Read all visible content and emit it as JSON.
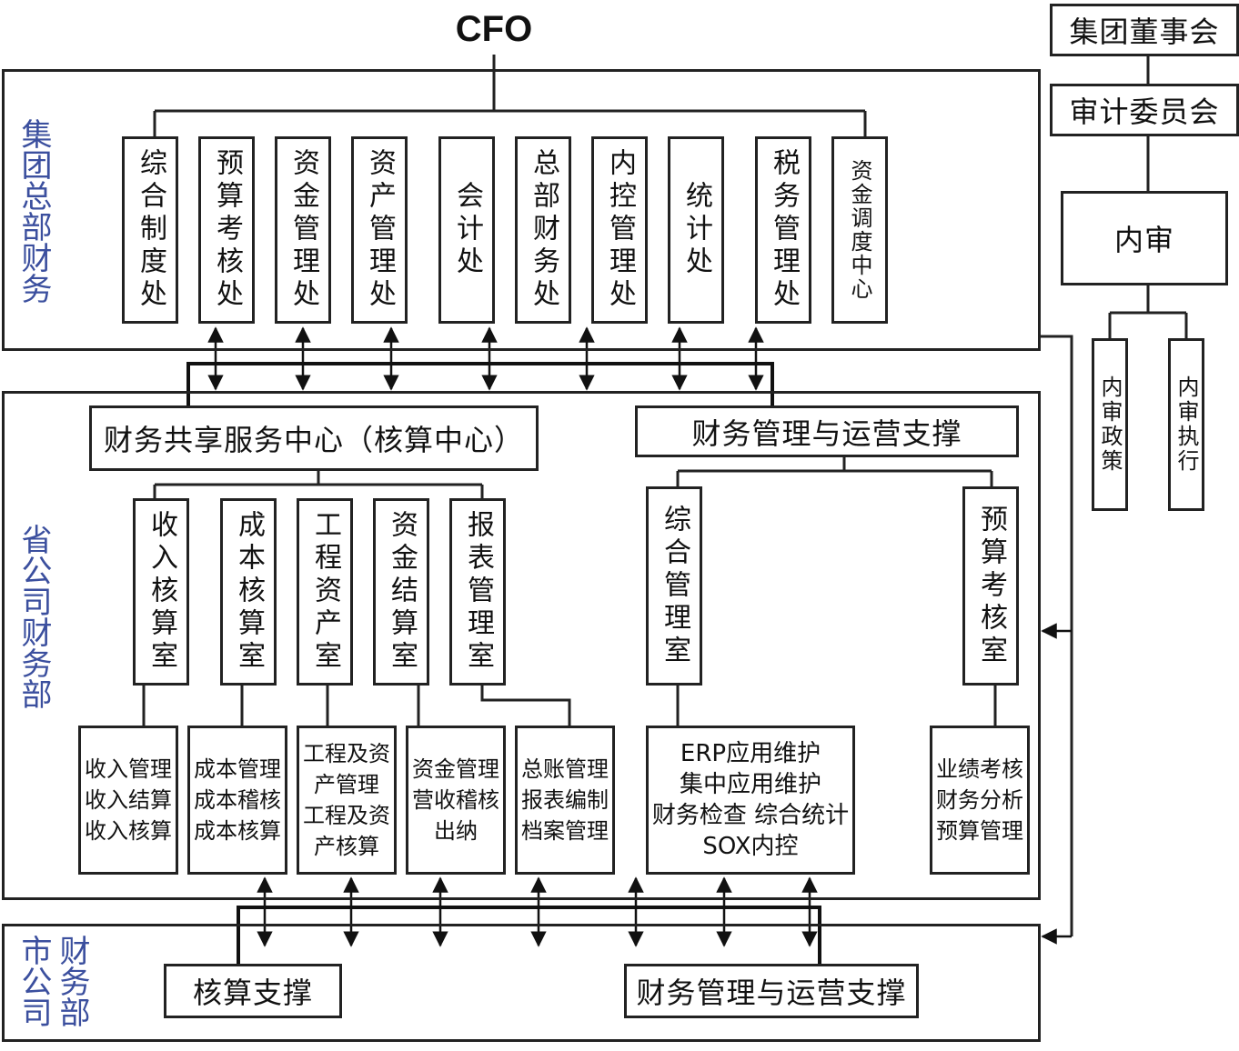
{
  "cfo": "CFO",
  "board": {
    "board": "集团董事会",
    "audit_committee": "审计委员会",
    "internal_audit": "内审",
    "audit_policy": "内审政策",
    "audit_execution": "内审执行"
  },
  "hq": {
    "label": "集团总部财务",
    "depts": [
      "综合制度处",
      "预算考核处",
      "资金管理处",
      "资产管理处",
      "会计处",
      "总部财务处",
      "内控管理处",
      "统计处",
      "税务管理处",
      "资金调度中心"
    ]
  },
  "province": {
    "label": "省公司财务部",
    "shared_center": "财务共享服务中心（核算中心）",
    "ops_support": "财务管理与运营支撑",
    "rooms": [
      "收入核算室",
      "成本核算室",
      "工程资产室",
      "资金结算室",
      "报表管理室"
    ],
    "ops_rooms": [
      "综合管理室",
      "预算考核室"
    ],
    "duties": [
      "收入管理\n收入结算\n收入核算",
      "成本管理\n成本稽核\n成本核算",
      "工程及资\n产管理\n工程及资\n产核算",
      "资金管理\n营收稽核\n出纳",
      "总账管理\n报表编制\n档案管理"
    ],
    "ops_duties": [
      "ERP应用维护\n集中应用维护\n财务检查  综合统计\nSOX内控",
      "业绩考核\n财务分析\n预算管理"
    ]
  },
  "city": {
    "label_col1": "市公司",
    "label_col2": "财务部",
    "accounting_support": "核算支撑",
    "ops_support": "财务管理与运营支撑"
  }
}
